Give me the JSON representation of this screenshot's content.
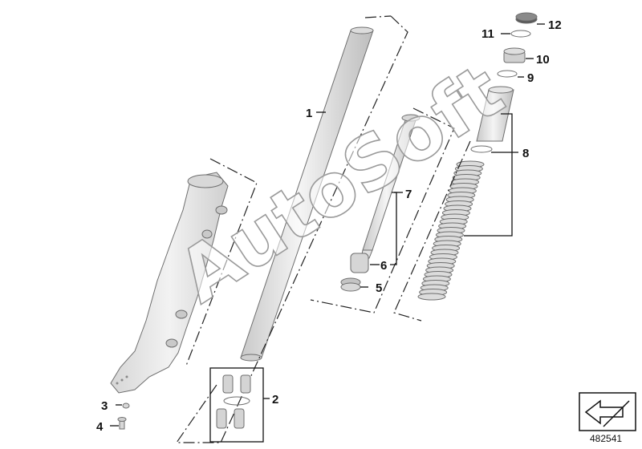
{
  "callouts": {
    "c1": "1",
    "c2": "2",
    "c3": "3",
    "c4": "4",
    "c5": "5",
    "c6": "6",
    "c7": "7",
    "c8": "8",
    "c9": "9",
    "c10": "10",
    "c11": "11",
    "c12": "12"
  },
  "watermark": "AutoSoft",
  "reference_number": "482541",
  "colors": {
    "part_fill": "#e4e4e4",
    "part_stroke": "#6e6e6e",
    "line": "#111111"
  },
  "icons": {
    "corner_symbol": "navigation-arrow-icon"
  }
}
